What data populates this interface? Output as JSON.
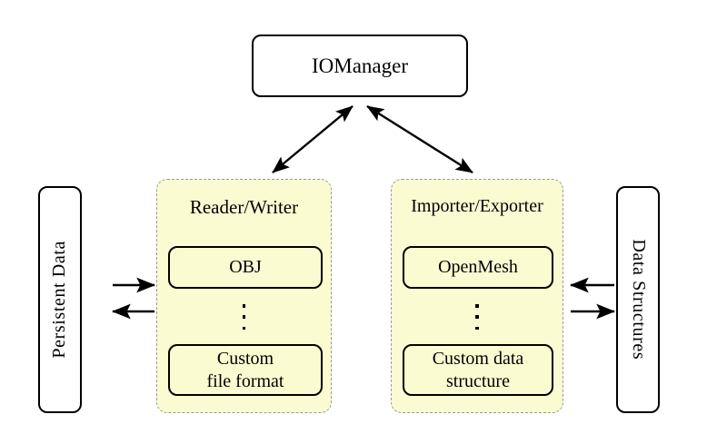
{
  "diagram": {
    "title_node": {
      "label": "IOManager"
    },
    "left_external": {
      "label": "Persistent Data"
    },
    "right_external": {
      "label": "Data Structures"
    },
    "panels": [
      {
        "id": "reader-writer",
        "title": "Reader/Writer",
        "items": [
          {
            "label": "OBJ"
          },
          {
            "label": "Custom\nfile format",
            "line1": "Custom",
            "line2": "file format"
          }
        ],
        "ellipsis": "⋮"
      },
      {
        "id": "importer-exporter",
        "title": "Importer/Exporter",
        "items": [
          {
            "label": "OpenMesh"
          },
          {
            "label": "Custom data\nstructure",
            "line1": "Custom data",
            "line2": "structure"
          }
        ],
        "ellipsis": "⋮"
      }
    ],
    "connections": [
      {
        "name": "iomanager-to-reader-writer",
        "type": "double-arrow"
      },
      {
        "name": "iomanager-to-importer-exporter",
        "type": "double-arrow"
      },
      {
        "name": "persistent-data-to-reader-writer",
        "type": "arrow-right"
      },
      {
        "name": "reader-writer-to-persistent-data",
        "type": "arrow-left"
      },
      {
        "name": "data-structures-to-importer-exporter",
        "type": "arrow-left"
      },
      {
        "name": "importer-exporter-to-data-structures",
        "type": "arrow-right"
      }
    ],
    "colors": {
      "panel_fill": "#fbfbd2",
      "panel_border": "#9a9a9a",
      "box_border": "#000000",
      "background": "#ffffff",
      "text": "#000000"
    }
  }
}
